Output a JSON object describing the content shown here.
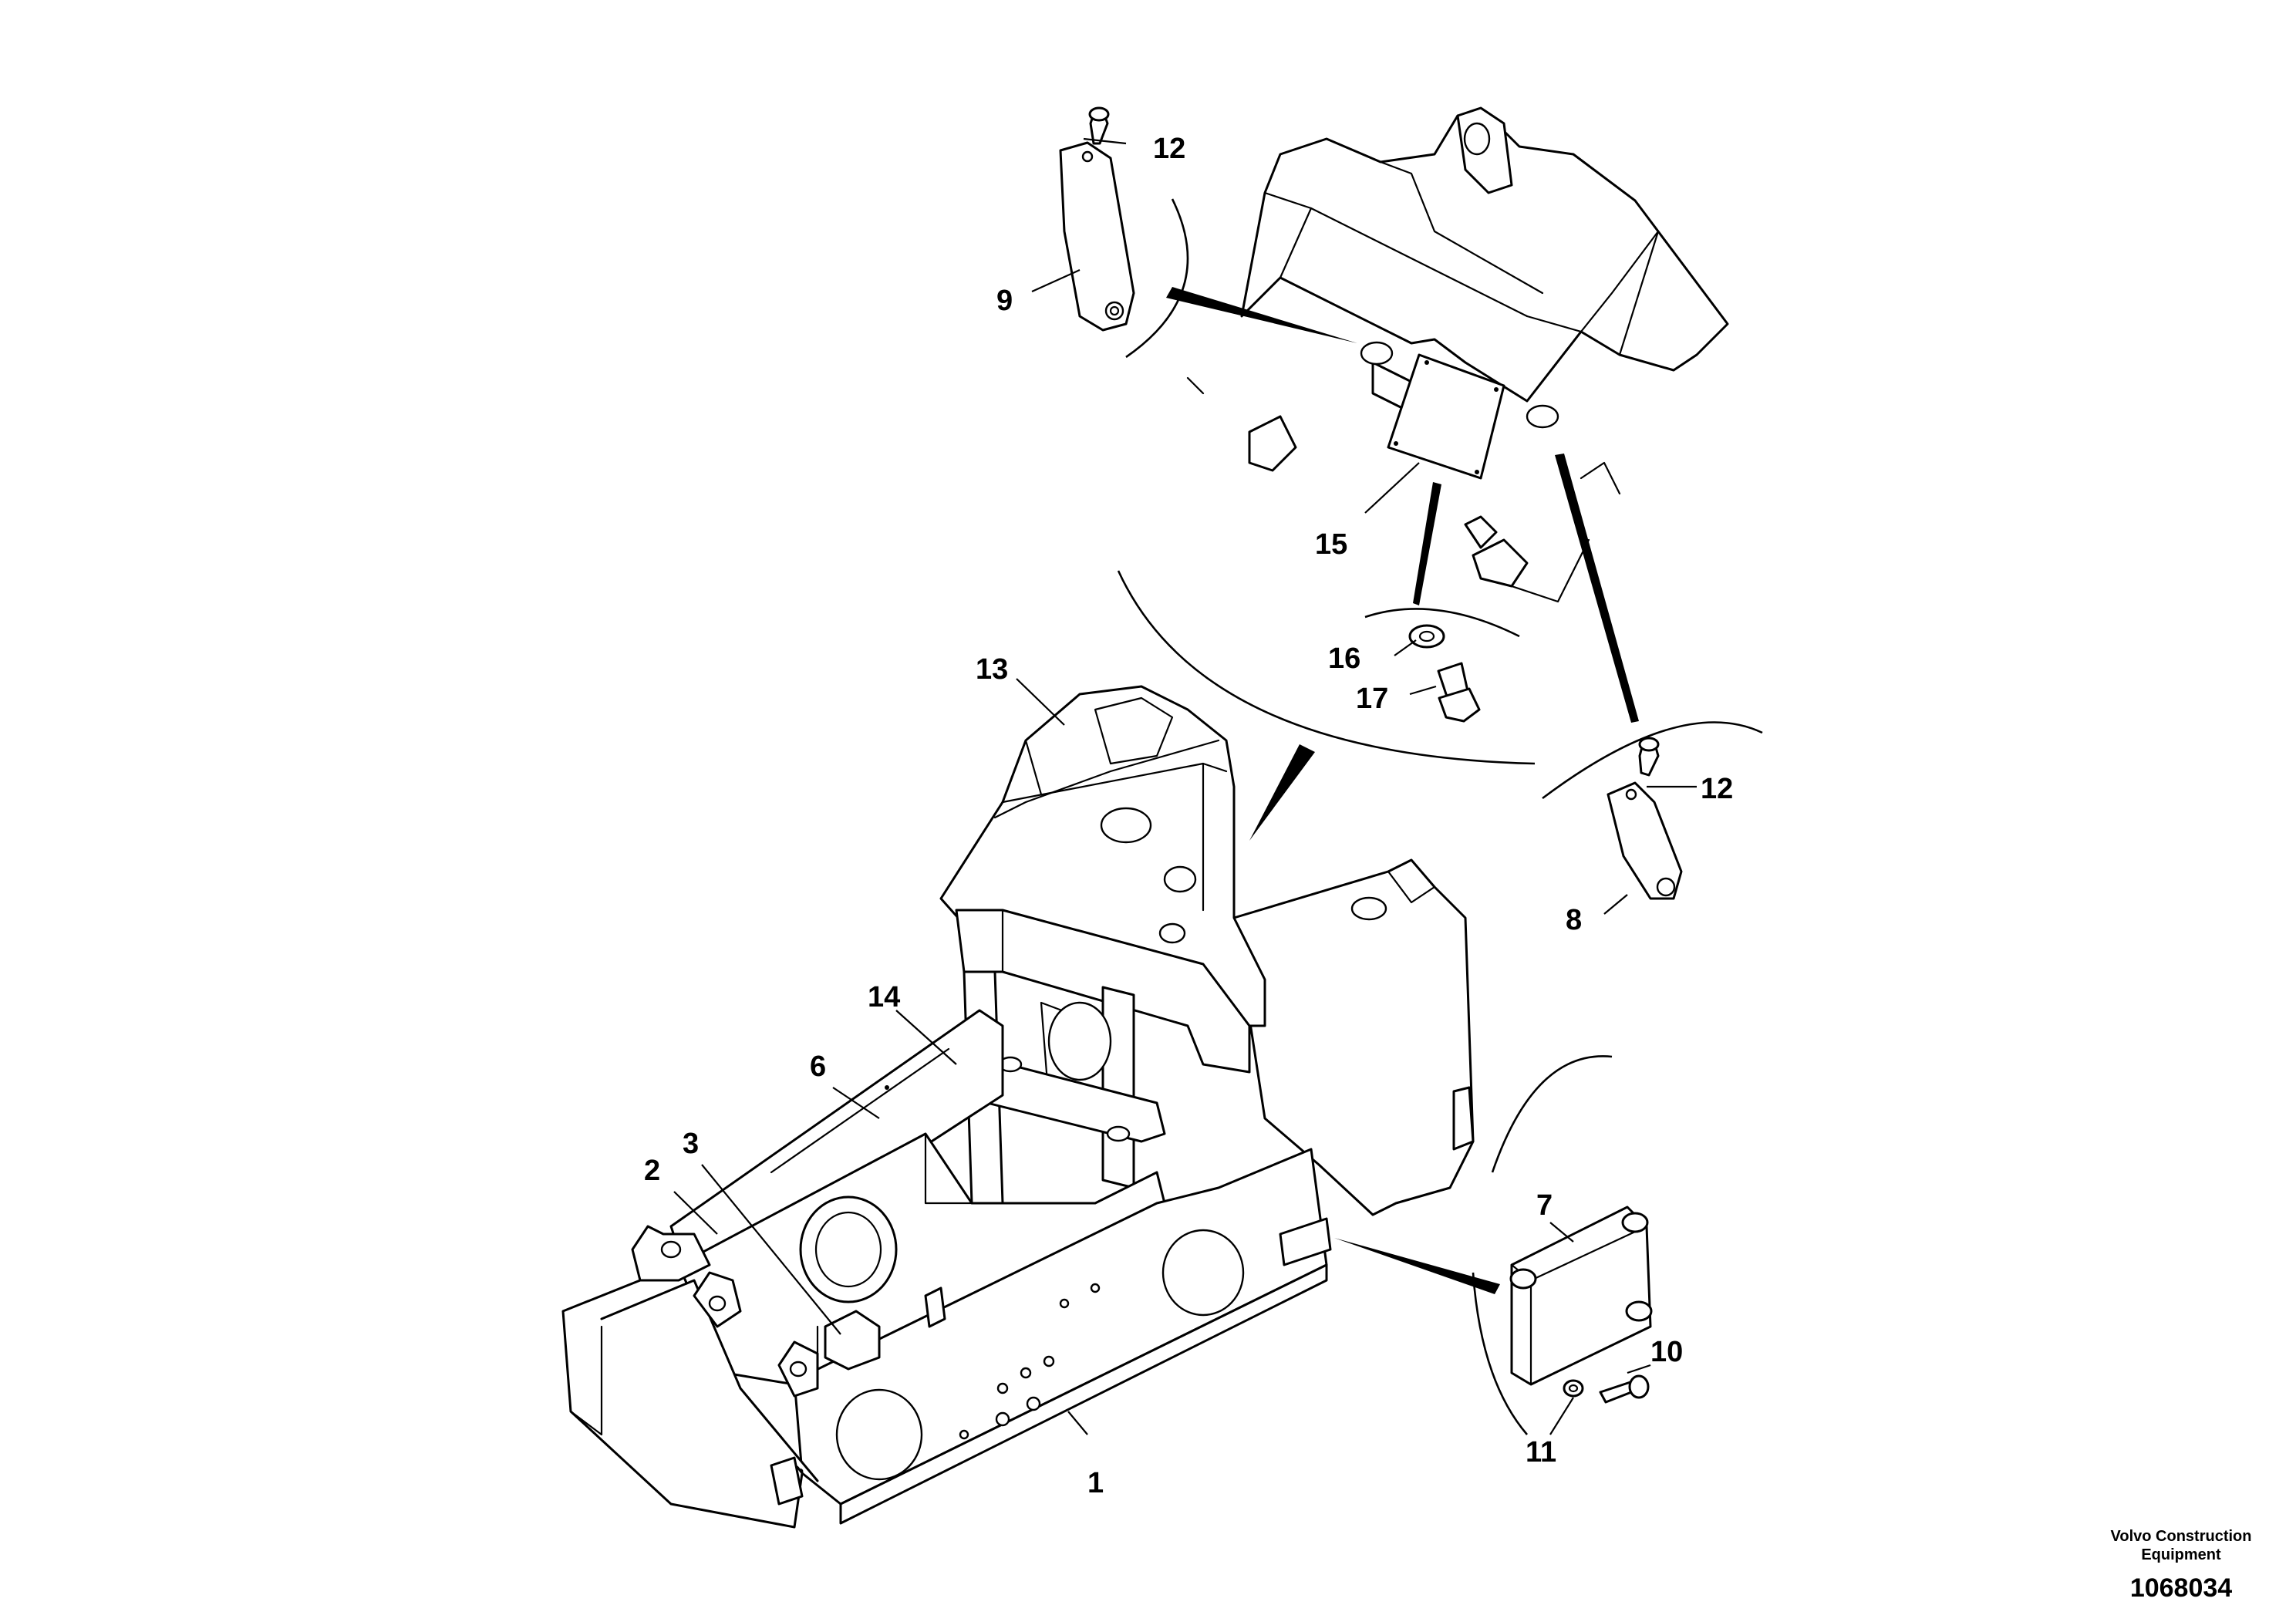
{
  "callouts": {
    "c1": "1",
    "c2": "2",
    "c3": "3",
    "c6": "6",
    "c7": "7",
    "c8": "8",
    "c9": "9",
    "c10": "10",
    "c11": "11",
    "c12a": "12",
    "c12b": "12",
    "c13": "13",
    "c14": "14",
    "c15": "15",
    "c16": "16",
    "c17": "17"
  },
  "footer": {
    "brand_line1": "Volvo Construction",
    "brand_line2": "Equipment",
    "drawing_number": "1068034"
  }
}
